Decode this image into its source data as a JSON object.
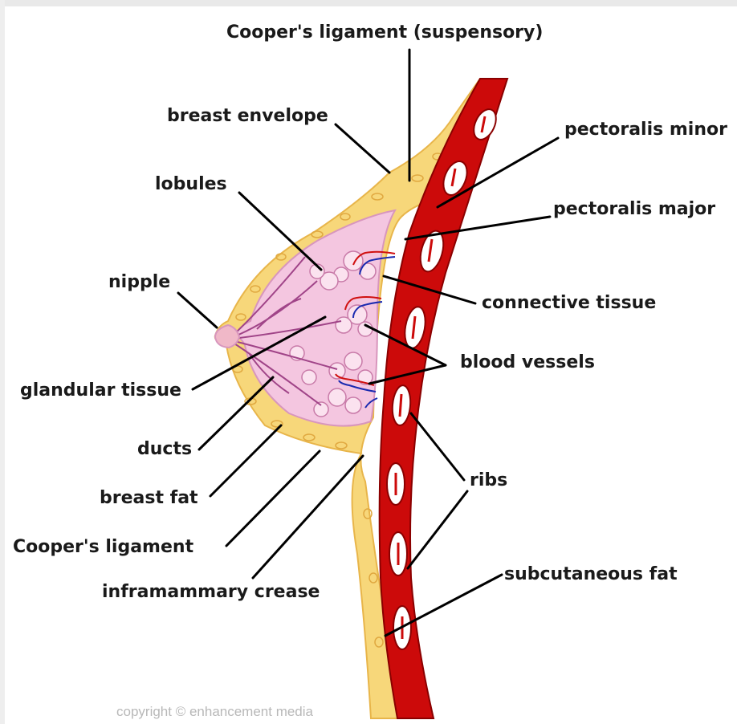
{
  "labels": {
    "coopers_suspensory": "Cooper's ligament  (suspensory)",
    "breast_envelope": "breast envelope",
    "pectoralis_minor": "pectoralis minor",
    "lobules": "lobules",
    "pectoralis_major": "pectoralis major",
    "nipple": "nipple",
    "connective_tissue": "connective tissue",
    "blood_vessels": "blood vessels",
    "glandular_tissue": "glandular tissue",
    "ducts": "ducts",
    "ribs": "ribs",
    "breast_fat": "breast fat",
    "coopers_ligament": "Cooper's ligament",
    "subcutaneous_fat": "subcutaneous fat",
    "inframammary_crease": "inframammary crease"
  },
  "watermark": "copyright © enhancement media",
  "colors": {
    "fat": "#f7d77a",
    "fat_edge": "#e8b54a",
    "gland": "#f4c6e0",
    "muscle": "#cc0a0a",
    "rib": "#ffffff",
    "vessel_red": "#d01010",
    "vessel_blue": "#1a2ab0"
  }
}
